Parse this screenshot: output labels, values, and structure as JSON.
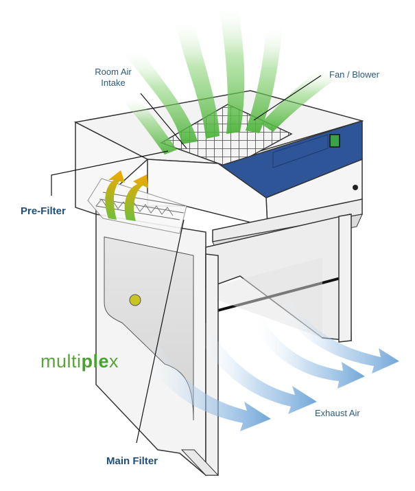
{
  "labels": {
    "room_air_intake_line1": "Room Air",
    "room_air_intake_line2": "Intake",
    "fan_blower": "Fan / Blower",
    "pre_filter": "Pre-Filter",
    "main_filter": "Main Filter",
    "exhaust_air": "Exhaust Air"
  },
  "logo": {
    "part1": "multi",
    "part2": "ple",
    "part3": "x"
  },
  "colors": {
    "label_text": "#1f4e79",
    "panel_blue": "#2e5597",
    "intake_air": "#5fbf4a",
    "prefilter_flow": "#f2a900",
    "exhaust_air": "#6aa2d6",
    "logo_green": "#49a22f",
    "switch_green": "#3aa34a"
  }
}
